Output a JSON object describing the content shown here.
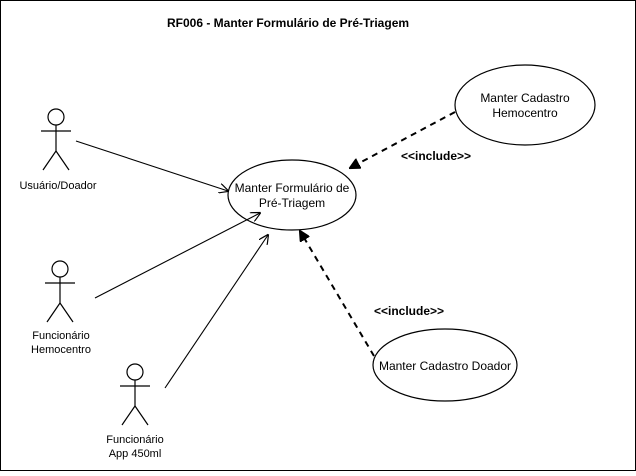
{
  "title": "RF006 - Manter Formulário de Pré-Triagem",
  "actors": [
    {
      "id": "usuario",
      "lines": [
        "Usuário/Doador"
      ]
    },
    {
      "id": "funcionario-hemocentro",
      "lines": [
        "Funcionário",
        "Hemocentro"
      ]
    },
    {
      "id": "funcionario-app",
      "lines": [
        "Funcionário",
        "App 450ml"
      ]
    }
  ],
  "use_cases": {
    "main": {
      "lines": [
        "Manter Formulário de",
        "Pré-Triagem"
      ]
    },
    "hemocentro": {
      "lines": [
        "Manter Cadastro",
        "Hemocentro"
      ]
    },
    "doador": {
      "lines": [
        "Manter Cadastro Doador"
      ]
    }
  },
  "relations": {
    "include_label": "<<include>>"
  },
  "colors": {
    "line": "#000000",
    "background": "#ffffff"
  }
}
